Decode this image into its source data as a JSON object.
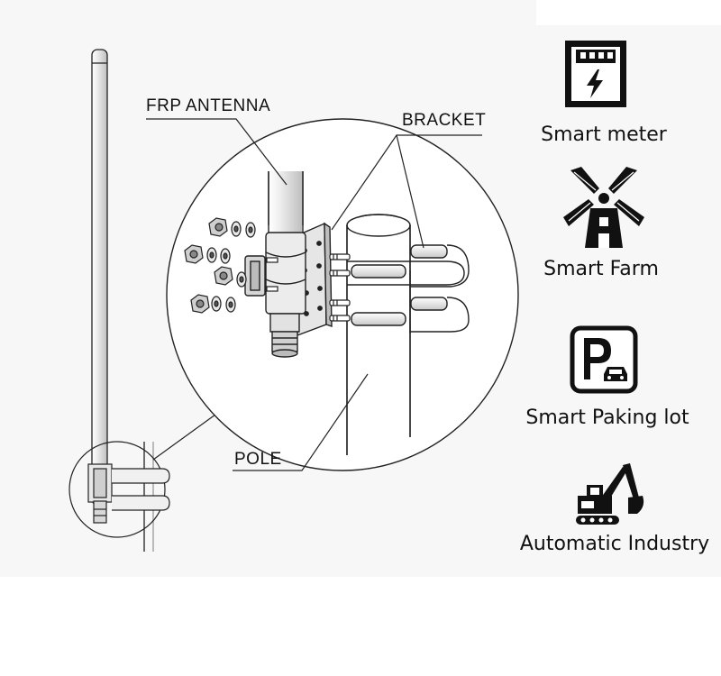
{
  "callouts": {
    "antenna": "FRP ANTENNA",
    "bracket": "BRACKET",
    "pole": "POLE"
  },
  "applications": [
    {
      "label": "Smart meter",
      "icon": "smart-meter-icon"
    },
    {
      "label": "Smart Farm",
      "icon": "windmill-icon"
    },
    {
      "label": "Smart Paking lot",
      "icon": "parking-icon"
    },
    {
      "label": "Automatic Industry",
      "icon": "excavator-icon"
    }
  ],
  "colors": {
    "line": "#222222",
    "background": "#f7f7f7",
    "icon": "#111111"
  }
}
